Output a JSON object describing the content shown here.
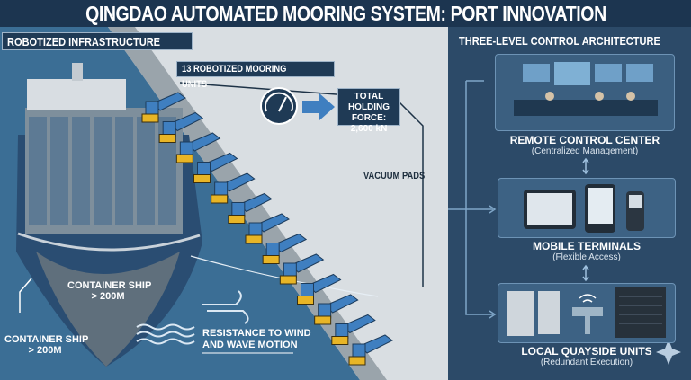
{
  "title": "QINGDAO AUTOMATED MOORING SYSTEM: PORT INNOVATION",
  "left_section": {
    "heading": "ROBOTIZED INFRASTRUCTURE",
    "units_label": "13 ROBOTIZED MOORING UNITS",
    "unit_count": 13,
    "force_label": "TOTAL HOLDING FORCE:",
    "force_value": "2,600 kN",
    "vacuum_label": "VACUUM PADS",
    "ship_label_1": "CONTAINER SHIP",
    "ship_size_1": "> 200M",
    "ship_label_2": "CONTAINER SHIP",
    "ship_size_2": "> 200M",
    "resistance_line1": "RESISTANCE TO WIND",
    "resistance_line2": "AND WAVE MOTION"
  },
  "right_section": {
    "heading": "THREE-LEVEL CONTROL ARCHITECTURE",
    "levels": [
      {
        "title": "REMOTE CONTROL CENTER",
        "subtitle": "(Centralized Management)"
      },
      {
        "title": "MOBILE TERMINALS",
        "subtitle": "(Flexible Access)"
      },
      {
        "title": "LOCAL QUAYSIDE UNITS",
        "subtitle": "(Redundant Execution)"
      }
    ]
  },
  "colors": {
    "navy": "#1c3550",
    "panel": "#2c4a68",
    "robot": "#3f7fc0",
    "pad": "#e8b526",
    "water": "#3b6e95"
  }
}
